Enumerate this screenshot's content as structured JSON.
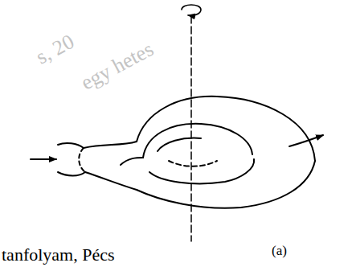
{
  "diagram": {
    "labels": [
      "(a)",
      "tanfolyam, Pécs",
      "s, 20",
      "egy hetes"
    ]
  }
}
